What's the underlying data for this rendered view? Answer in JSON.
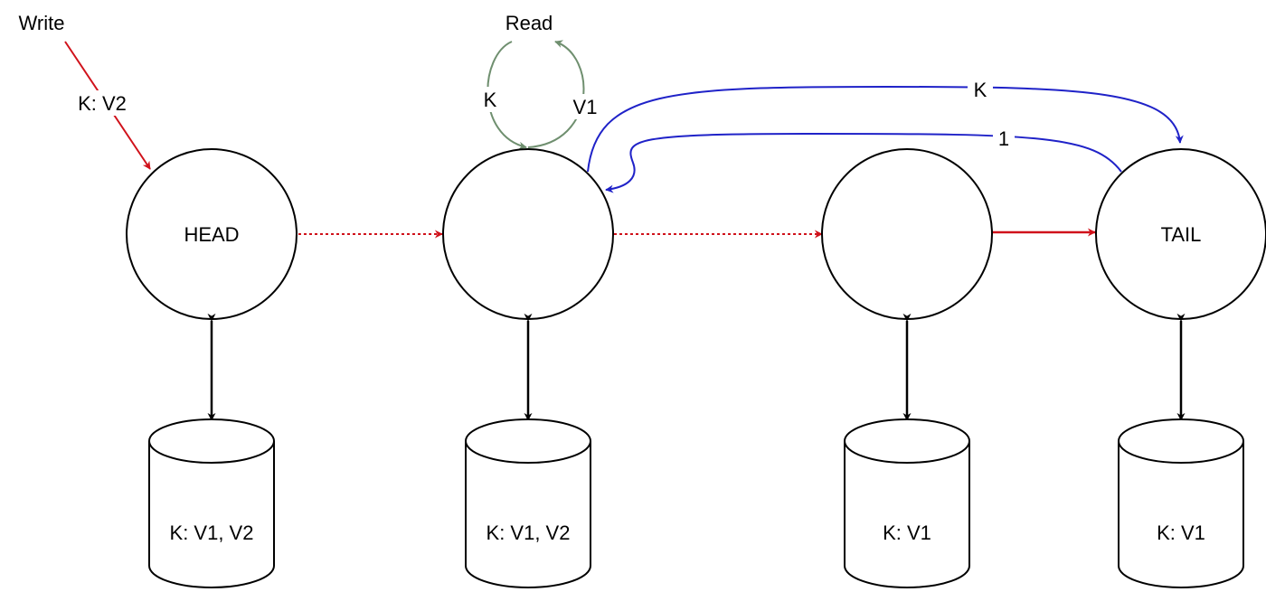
{
  "diagram": {
    "write_label": "Write",
    "read_label": "Read",
    "write_edge_label": "K: V2",
    "read_request_label": "K",
    "read_response_label": "V1",
    "tail_query_label": "K",
    "tail_response_label": "1",
    "nodes": [
      {
        "id": "head",
        "label": "HEAD",
        "storage": "K: V1, V2"
      },
      {
        "id": "node2",
        "label": "",
        "storage": "K: V1, V2"
      },
      {
        "id": "node3",
        "label": "",
        "storage": "K: V1"
      },
      {
        "id": "tail",
        "label": "TAIL",
        "storage": "K: V1"
      }
    ]
  },
  "colors": {
    "write_path": "#d0121b",
    "read_path": "#6f8f6f",
    "tail_query": "#1f22c8",
    "node_stroke": "#000000",
    "storage_link": "#000000"
  }
}
